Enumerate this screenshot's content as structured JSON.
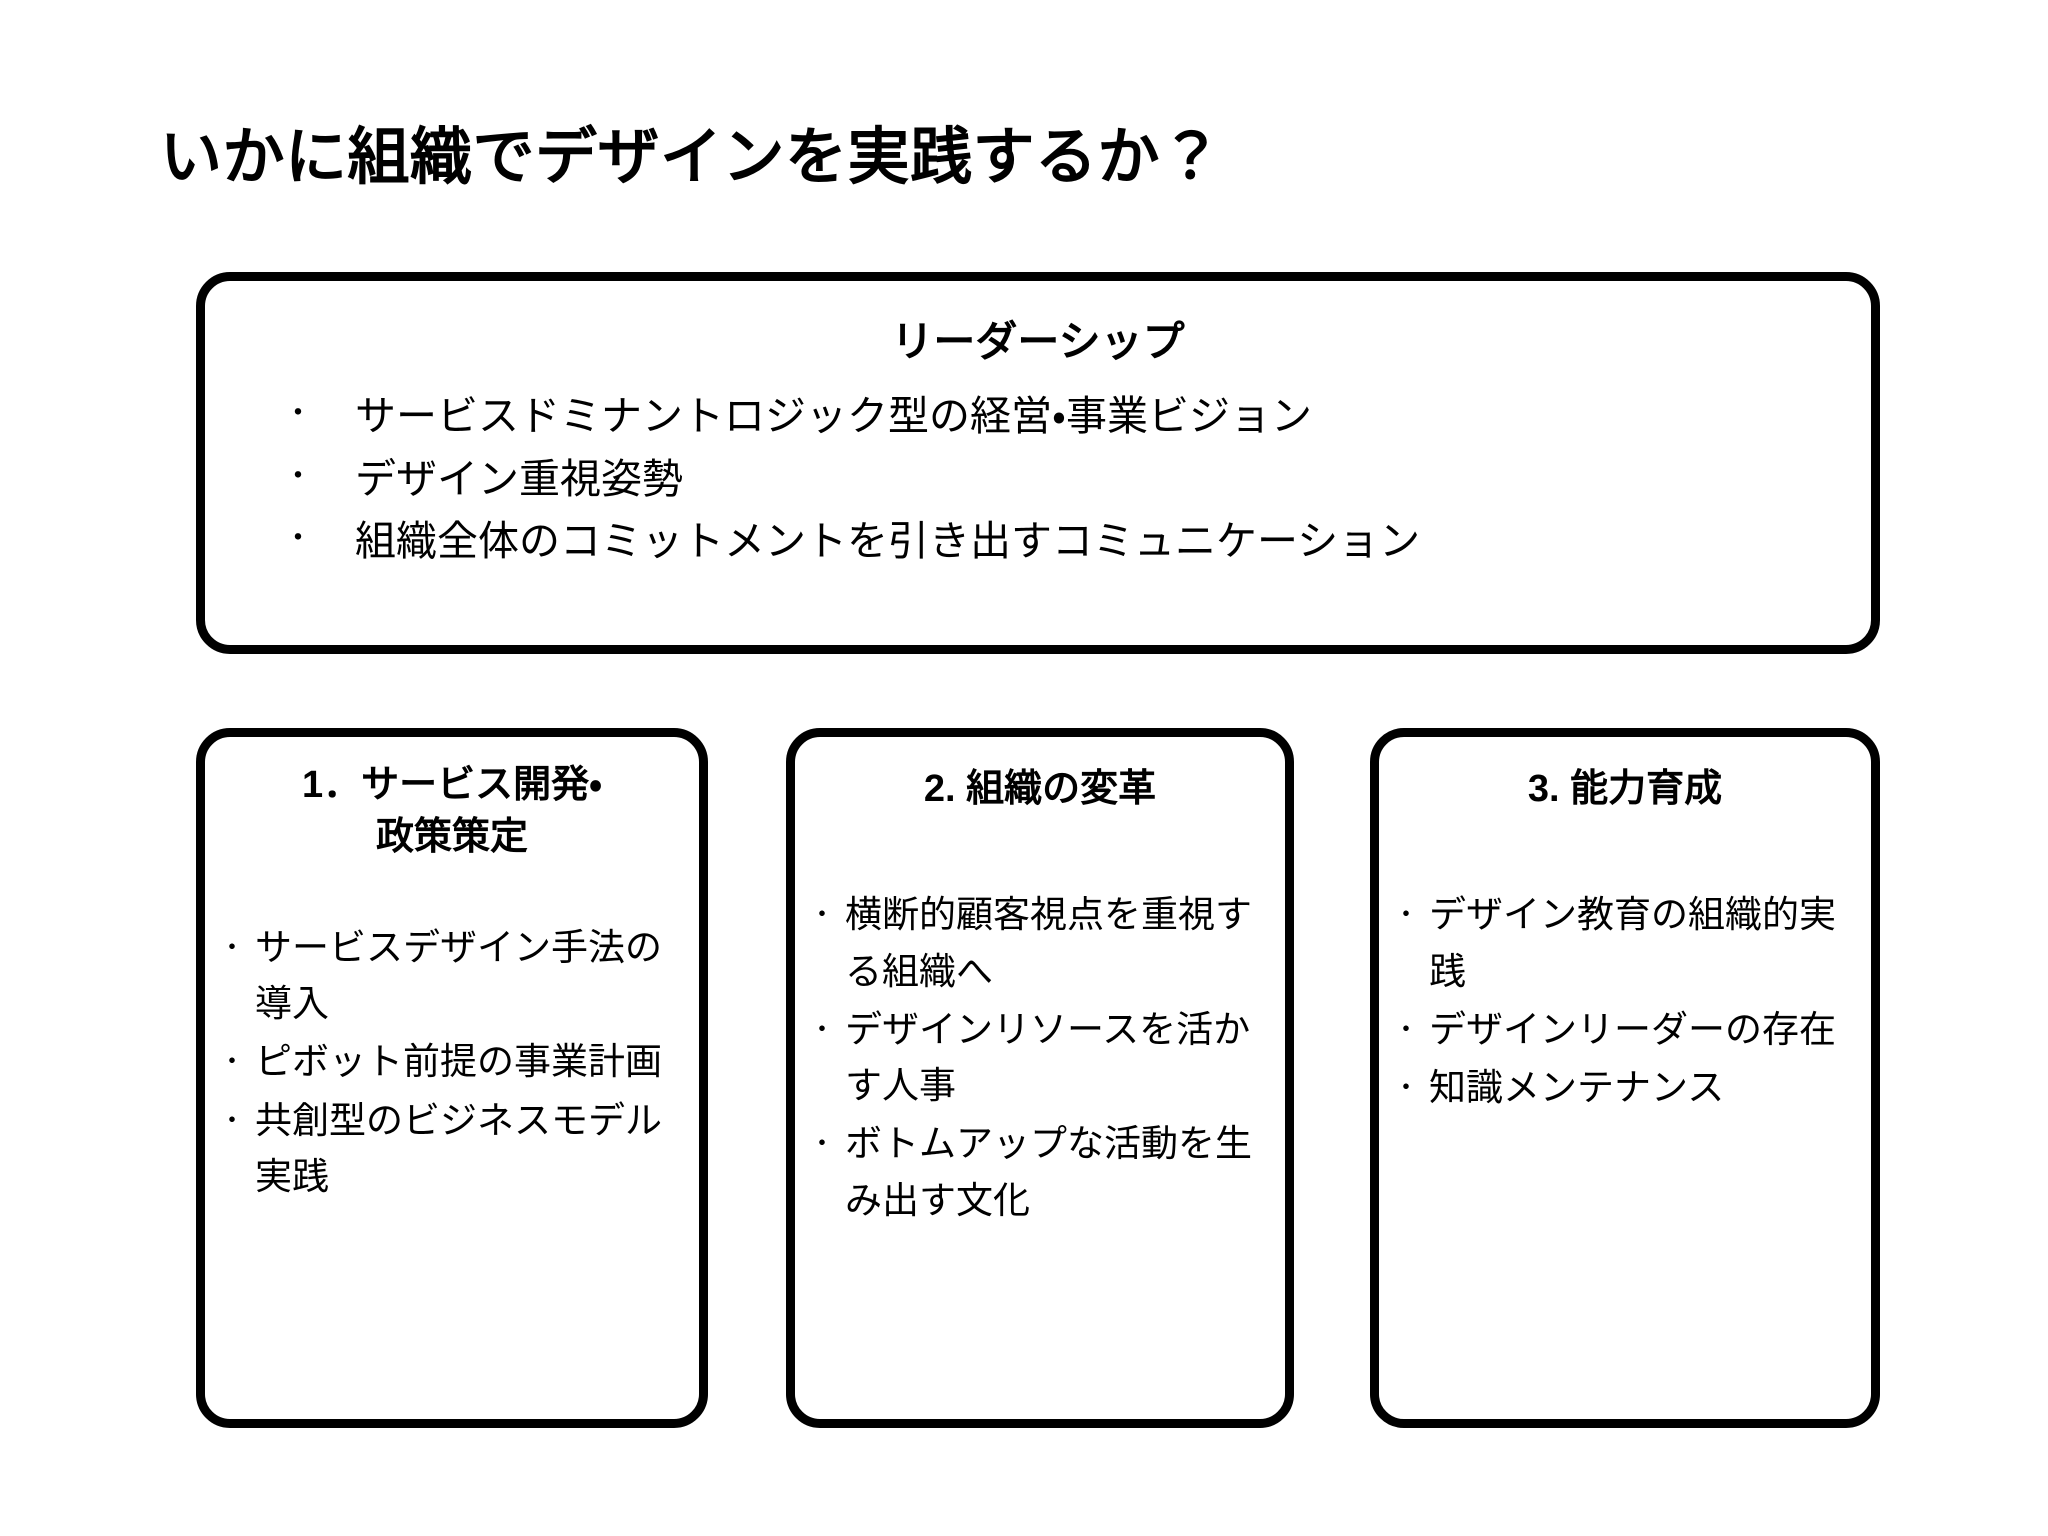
{
  "slide": {
    "title": "いかに組織でデザインを実践するか？",
    "background_color": "#ffffff",
    "text_color": "#000000",
    "border_color": "#000000"
  },
  "leadership": {
    "heading": "リーダーシップ",
    "bullet_glyph": "・",
    "items": [
      "サービスドミナントロジック型の経営・事業ビジョン",
      "デザイン重視姿勢",
      "組織全体のコミットメントを引き出すコミュニケーション"
    ]
  },
  "columns": [
    {
      "heading_line1": "1．サービス開発・",
      "heading_line2": "政策策定",
      "bullet_glyph": "・",
      "items": [
        "サービスデザイン手法の導入",
        "ピボット前提の事業計画",
        "共創型のビジネスモデル実践"
      ]
    },
    {
      "heading_line1": "2. 組織の変革",
      "heading_line2": "",
      "bullet_glyph": "・",
      "items": [
        "横断的顧客視点を重視する組織へ",
        "デザインリソースを活かす人事",
        "ボトムアップな活動を生み出す文化"
      ]
    },
    {
      "heading_line1": "3. 能力育成",
      "heading_line2": "",
      "bullet_glyph": "・",
      "items": [
        "デザイン教育の組織的実践",
        "デザインリーダーの存在",
        "知識メンテナンス"
      ]
    }
  ]
}
